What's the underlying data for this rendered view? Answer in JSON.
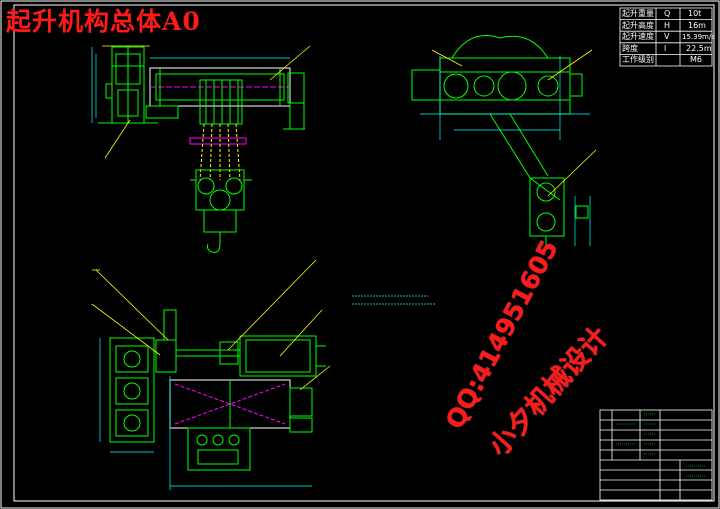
{
  "drawing_title": "起升机构总体A0",
  "watermark": {
    "qq": "QQ:414951605",
    "studio": "小夕机械设计"
  },
  "spec_table": [
    {
      "param": "起升重量",
      "value": "Q",
      "unit": "10t"
    },
    {
      "param": "起升高度",
      "value": "H",
      "unit": "16m"
    },
    {
      "param": "起升速度",
      "value": "V",
      "unit": "15.39m/s"
    },
    {
      "param": "跨度",
      "value": "l",
      "unit": "22.5m"
    },
    {
      "param": "工作级别",
      "value": "",
      "unit": "M6"
    }
  ],
  "colors": {
    "background": "#000000",
    "border": "#ffffff",
    "geometry": "#00ff00",
    "leader": "#ffff00",
    "dimension": "#00ffff",
    "title": "#ff1a1a",
    "watermark": "#ff1a1a",
    "highlight": "#ff00ff"
  }
}
